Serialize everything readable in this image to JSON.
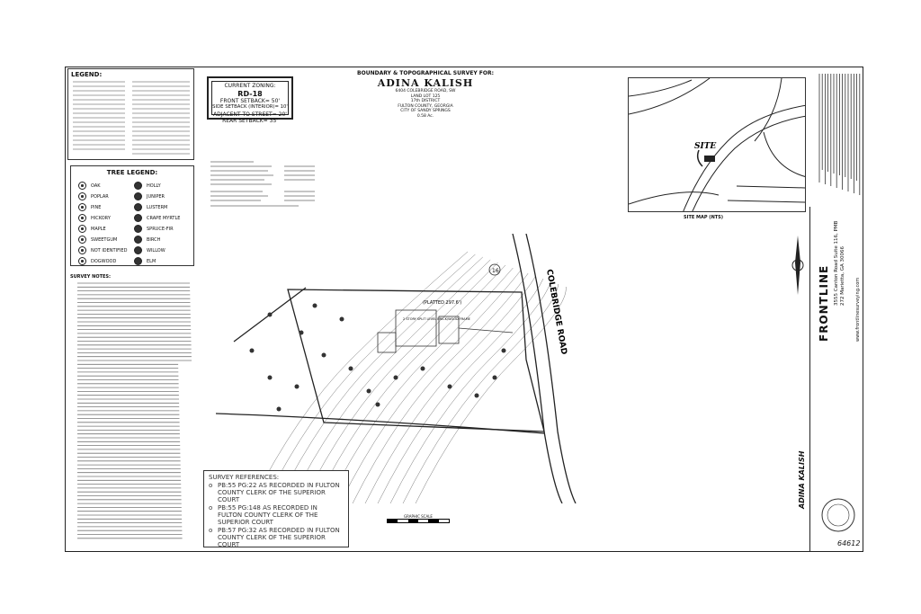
{
  "title": {
    "line1": "BOUNDARY & TOPOGRAPHICAL SURVEY FOR:",
    "owner": "ADINA KALISH",
    "address": "6404 COLEBRIDGE ROAD, SW",
    "land_lot": "LAND LOT 125",
    "district": "17th DISTRICT",
    "county": "FULTON COUNTY, GEORGIA",
    "city": "CITY OF SANDY SPRINGS",
    "acres": "0.58 Ac."
  },
  "zoning": {
    "heading": "CURRENT ZONING:",
    "code": "RD-18",
    "front": "FRONT SETBACK= 50'",
    "side": "SIDE SETBACK (INTERIOR)= 10'",
    "adjacent": "ADJACENT TO STREET= 20'",
    "rear": "REAR SETBACK= 35'"
  },
  "legend": {
    "title": "LEGEND:"
  },
  "tree_legend": {
    "title": "TREE LEGEND:",
    "items": [
      "OAK",
      "HOLLY",
      "POPLAR",
      "JUNIPER",
      "PINE",
      "LUSTERM",
      "HICKORY",
      "CRAPE MYRTLE",
      "MAPLE",
      "SPRUCE-FIR",
      "SWEETGUM",
      "BIRCH",
      "NOT IDENTIFIED",
      "WILLOW",
      "DOGWOOD",
      "ELM"
    ]
  },
  "survey_notes": {
    "title": "SURVEY NOTES:"
  },
  "survey_references": {
    "title": "SURVEY REFERENCES:",
    "items": [
      "PB:55 PG:22 AS RECORDED IN FULTON COUNTY CLERK OF THE SUPERIOR COURT",
      "PB:55 PG:148 AS RECORDED IN FULTON COUNTY CLERK OF THE SUPERIOR COURT",
      "PB:57 PG:32 AS RECORDED IN FULTON COUNTY CLERK OF THE SUPERIOR COURT"
    ]
  },
  "site_map": {
    "caption": "SITE MAP (NTS)",
    "site_label": "SITE"
  },
  "plat": {
    "road": "COLEBRIDGE ROAD",
    "platted": "(PLATTED 297.6')",
    "house": "2 STORY SPLIT LEVEL BRICK/WOOD FRAME",
    "lot_number": "16",
    "graphic_scale": "GRAPHIC SCALE"
  },
  "title_block": {
    "firm": "FRONTLINE",
    "address": "3555 Canton Road Suite 116, PMB 272 Marietta, GA 30066",
    "website": "www.frontlinesurveying.com",
    "project_owner": "ADINA KALISH",
    "job_number": "64612"
  },
  "colors": {
    "ink": "#222222",
    "paper": "#ffffff"
  }
}
